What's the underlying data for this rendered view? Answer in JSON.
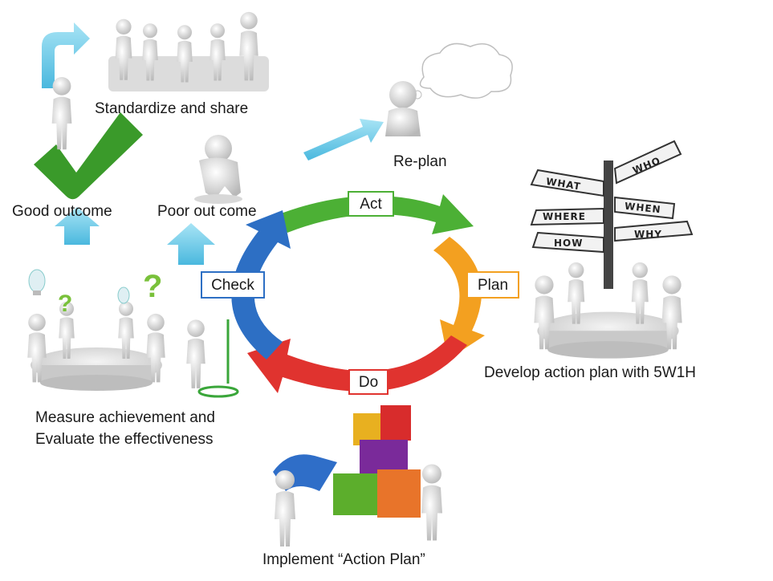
{
  "cycle": {
    "act": "Act",
    "plan": "Plan",
    "do": "Do",
    "check": "Check",
    "colors": {
      "act": "#4cb035",
      "plan": "#f3a020",
      "do": "#e0332f",
      "check": "#2d6fc4"
    }
  },
  "steps": {
    "replan": "Re-plan",
    "standardize": "Standardize and share",
    "good_outcome": "Good outcome",
    "poor_outcome": "Poor out come",
    "develop_plan": "Develop action plan with 5W1H",
    "measure_line1": "Measure achievement and",
    "measure_line2": "Evaluate the effectiveness",
    "implement": "Implement “Action Plan”"
  },
  "signpost": {
    "what": "WHAT",
    "who": "WHO",
    "where": "WHERE",
    "when": "WHEN",
    "how": "HOW",
    "why": "WHY"
  },
  "icons": [
    "figure-icon",
    "checkmark-icon",
    "thought-bubble-icon",
    "puzzle-icon",
    "signpost-icon",
    "lightbulb-icon",
    "question-mark-icon",
    "up-arrow-icon"
  ]
}
